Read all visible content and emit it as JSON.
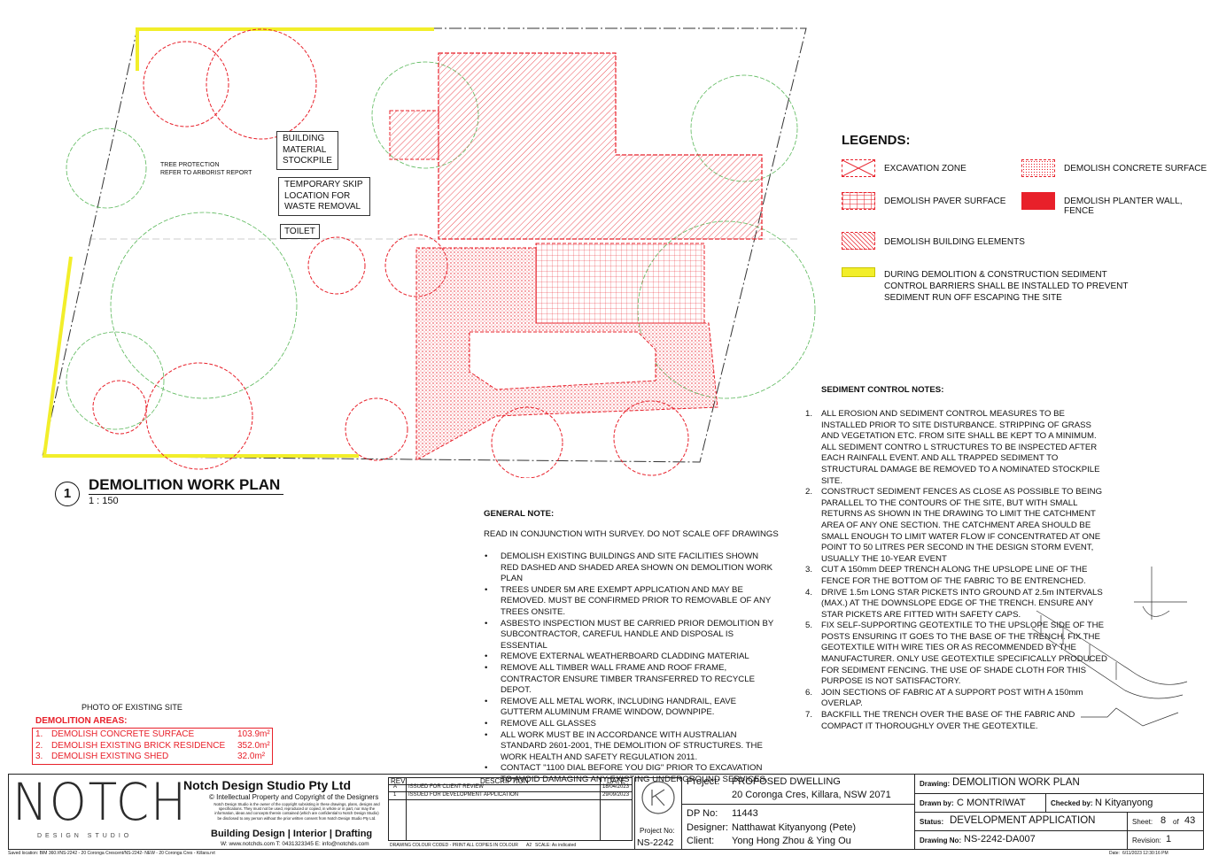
{
  "drawing": {
    "title": "DEMOLITION WORK PLAN",
    "number": "1",
    "scale": "1 : 150",
    "labels": {
      "stockpile": [
        "BUILDING",
        "MATERIAL",
        "STOCKPILE"
      ],
      "skip": [
        "TEMPORARY SKIP",
        "LOCATION FOR",
        "WASTE REMOVAL"
      ],
      "toilet": "TOILET",
      "tree_protection": [
        "TREE PROTECTION",
        "REFER TO ARBORIST REPORT"
      ]
    }
  },
  "legend": {
    "heading": "LEGENDS:",
    "items": [
      {
        "label": "EXCAVATION ZONE",
        "swatch": "excavation"
      },
      {
        "label": "DEMOLISH CONCRETE SURFACE",
        "swatch": "concrete"
      },
      {
        "label": "DEMOLISH PAVER SURFACE",
        "swatch": "paver"
      },
      {
        "label": "DEMOLISH PLANTER WALL, FENCE",
        "swatch": "planter"
      },
      {
        "label": "DEMOLISH BUILDING ELEMENTS",
        "swatch": "building"
      },
      {
        "label": "DURING DEMOLITION & CONSTRUCTION SEDIMENT",
        "swatch": "sediment"
      }
    ],
    "sediment_lines": [
      "CONTROL BARRIERS SHALL BE INSTALLED TO PREVENT",
      "SEDIMENT RUN OFF ESCAPING THE SITE"
    ]
  },
  "sediment_notes": {
    "heading": "SEDIMENT CONTROL NOTES:",
    "items": [
      {
        "num": "1.",
        "text": "ALL EROSION AND SEDIMENT CONTROL MEASURES TO BE INSTALLED PRIOR TO SITE DISTURBANCE. STRIPPING OF GRASS AND VEGETATION ETC. FROM SITE SHALL BE KEPT TO A MINIMUM. ALL SEDIMENT CONTRO L STRUCTURES TO BE INSPECTED AFTER EACH RAINFALL EVENT. AND ALL TRAPPED SEDIMENT TO STRUCTURAL DAMAGE BE REMOVED TO A NOMINATED STOCKPILE SITE."
      },
      {
        "num": "2.",
        "text": "CONSTRUCT SEDIMENT FENCES AS CLOSE AS POSSIBLE TO BEING PARALLEL TO THE CONTOURS OF THE SITE, BUT WITH SMALL RETURNS AS SHOWN IN THE DRAWING TO LIMIT THE CATCHMENT AREA OF ANY ONE SECTION. THE CATCHMENT AREA SHOULD BE SMALL ENOUGH TO LIMIT WATER FLOW IF CONCENTRATED AT ONE POINT TO 50 LITRES PER SECOND IN THE DESIGN STORM EVENT, USUALLY THE 10-YEAR EVENT"
      },
      {
        "num": "3.",
        "text": "CUT A 150mm DEEP TRENCH ALONG THE UPSLOPE LINE OF THE FENCE FOR THE BOTTOM OF THE FABRIC TO BE ENTRENCHED."
      },
      {
        "num": "4.",
        "text": "DRIVE 1.5m LONG STAR PICKETS INTO GROUND AT 2.5m INTERVALS (MAX.) AT THE DOWNSLOPE EDGE OF THE TRENCH. ENSURE ANY STAR PICKETS ARE FITTED WITH SAFETY CAPS."
      },
      {
        "num": "5.",
        "text": "FIX SELF-SUPPORTING GEOTEXTILE TO THE UPSLOPE SIDE OF THE POSTS ENSURING IT GOES TO THE BASE OF THE TRENCH. FIX THE GEOTEXTILE WITH WIRE TIES OR AS RECOMMENDED BY THE MANUFACTURER. ONLY USE GEOTEXTILE SPECIFICALLY PRODUCED FOR SEDIMENT FENCING. THE USE OF SHADE CLOTH FOR THIS PURPOSE IS NOT SATISFACTORY."
      },
      {
        "num": "6.",
        "text": "JOIN SECTIONS OF FABRIC AT A SUPPORT POST WITH A 150mm OVERLAP."
      },
      {
        "num": "7.",
        "text": "BACKFILL THE TRENCH OVER THE BASE OF THE FABRIC AND COMPACT IT THOROUGHLY OVER THE GEOTEXTILE."
      }
    ]
  },
  "general_note": {
    "heading": "GENERAL NOTE:",
    "intro": "READ IN CONJUNCTION WITH SURVEY. DO NOT SCALE OFF DRAWINGS",
    "items": [
      "DEMOLISH  EXISTING BUILDINGS AND SITE FACILITIES SHOWN RED DASHED AND SHADED AREA SHOWN ON DEMOLITION WORK PLAN",
      "TREES UNDER 5M ARE EXEMPT APPLICATION AND MAY BE REMOVED. MUST BE CONFIRMED PRIOR TO REMOVABLE OF ANY TREES ONSITE.",
      "ASBESTO INSPECTION MUST BE CARRIED PRIOR DEMOLITION BY SUBCONTRACTOR, CAREFUL HANDLE AND DISPOSAL IS ESSENTIAL",
      "REMOVE EXTERNAL WEATHERBOARD CLADDING MATERIAL",
      "REMOVE ALL TIMBER WALL FRAME AND ROOF FRAME, CONTRACTOR ENSURE TIMBER TRANSFERRED TO RECYCLE DEPOT.",
      "REMOVE ALL METAL WORK, INCLUDING HANDRAIL, EAVE GUTTERM ALUMINUM FRAME WINDOW, DOWNPIPE.",
      "REMOVE ALL GLASSES",
      "ALL WORK MUST BE IN ACCORDANCE WITH AUSTRALIAN STANDARD 2601-2001, THE DEMOLITION OF STRUCTURES. THE WORK HEALTH AND SAFETY REGULATION 2011.",
      "CONTACT \"1100 DIAL BEFORE YOU DIG\" PRIOR TO EXCAVATION TO AVOID DAMAGING ANY EXISTING UNDERGROUND SERVICES."
    ]
  },
  "photo_caption": "PHOTO OF EXISTING SITE",
  "demolition_areas": {
    "heading": "DEMOLITION AREAS:",
    "rows": [
      {
        "num": "1.",
        "label": "DEMOLISH CONCRETE SURFACE",
        "value": "103.9m²"
      },
      {
        "num": "2.",
        "label": "DEMOLISH EXISTING BRICK RESIDENCE",
        "value": "352.0m²"
      },
      {
        "num": "3.",
        "label": "DEMOLISH EXISTING SHED",
        "value": "32.0m²"
      }
    ]
  },
  "title_block": {
    "logo": "NOTCH",
    "logo_sub": "DESIGN STUDIO",
    "company": "Notch Design Studio Pty Ltd",
    "copyright": "© Intellectual Property and Copyright of the Designers",
    "fine_print": "Notch Design Studio is the owner of the copyright subsisting in these drawings, plans, designs and specifications. They must not be used, reproduced or copied, in whole or in part, nor may the information, ideas and concepts therein contained (which are confidential to Notch Design Studio) be disclosed to any person without the prior written consent from Notch Design Studio Pty Ltd.",
    "services": "Building Design | Interior | Drafting",
    "contact": "W: www.notchds.com  T: 0431323345  E: info@notchds.com",
    "rev_headers": {
      "rev": "REV",
      "description": "DESCRIPTION",
      "date": "DATE"
    },
    "revisions": [
      {
        "rev": "A",
        "description": "ISSUED FOR CLIENT REVIEW",
        "date": "18/04/2023"
      },
      {
        "rev": "1",
        "description": "ISSUED FOR DEVELOPMENT APPLICATION",
        "date": "29/09/2023"
      }
    ],
    "colour_note": "DRAWING COLOUR CODED - PRINT ALL COPIES IN COLOUR",
    "paper": "A2",
    "scale_note": "SCALE: As indicated",
    "project_no_label": "Project No:",
    "project_no": "NS-2242",
    "project_label": "Project:",
    "project": "PROPOSED DWELLING",
    "address": "20 Coronga Cres, Killara, NSW 2071",
    "dp_label": "DP No:",
    "dp": "11443",
    "designer_label": "Designer:",
    "designer": "Natthawat Kityanyong (Pete)",
    "client_label": "Client:",
    "client": "Yong Hong Zhou & Ying Ou",
    "drawing_label": "Drawing:",
    "drawing": "DEMOLITION WORK PLAN",
    "drawn_label": "Drawn by:",
    "drawn": "C MONTRIWAT",
    "checked_label": "Checked by:",
    "checked": "N Kityanyong",
    "status_label": "Status:",
    "status": "DEVELOPMENT APPLICATION",
    "sheet_label": "Sheet:",
    "sheet": "8",
    "sheet_of": "of",
    "sheet_total": "43",
    "drawing_no_label": "Drawing No:",
    "drawing_no": "NS-2242-DA007",
    "revision_label": "Revision:",
    "revision": "1"
  },
  "footer": {
    "saved": "Saved location:  BIM 360://NS-2242 - 20 Coronga Crescent/NS-2242- NEW - 20 Coronga Cres - Killara.rvt",
    "date_label": "Date:",
    "date": "6/11/2023 12:30:16 PM"
  },
  "colors": {
    "red": "#e8202a",
    "green": "#5ab85a",
    "yellow": "#f2ee2a"
  }
}
